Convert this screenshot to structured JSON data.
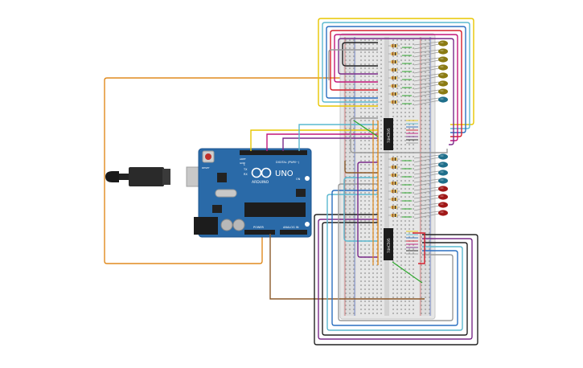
{
  "arduino": {
    "board_name": "UNO",
    "brand": "ARDUINO",
    "digital_header_label": "DIGITAL (PWM~)",
    "power_label": "POWER",
    "analog_label": "ANALOG IN",
    "reset_label": "RESET",
    "aref_label": "AREF",
    "gnd_label": "GND",
    "tx_label": "TX",
    "rx_label": "RX",
    "l_label": "L",
    "on_label": "ON",
    "board_color": "#2a6aa8",
    "usb_cable_color": "#222222"
  },
  "breadboard": {
    "chips": [
      {
        "label": "74HC595"
      },
      {
        "label": "74HC595"
      }
    ]
  },
  "leds": {
    "colors": [
      "#8a7a12",
      "#8a7a12",
      "#8a7a12",
      "#8a7a12",
      "#8a7a12",
      "#8a7a12",
      "#8a7a12",
      "#1f6f8b",
      "#1f6f8b",
      "#1f6f8b",
      "#1f6f8b",
      "#1f6f8b",
      "#a01818",
      "#a01818",
      "#a01818",
      "#a01818"
    ]
  },
  "wire_colors": {
    "yellow": "#e8c600",
    "cyan": "#5ab8cf",
    "blue": "#2a6fc0",
    "red": "#d6202e",
    "magenta": "#c2167a",
    "purple": "#7a2a8a",
    "black": "#222222",
    "gray": "#9a9a9a",
    "orange": "#e08a1e",
    "brown": "#8b5a2b",
    "green": "#2da82d"
  }
}
